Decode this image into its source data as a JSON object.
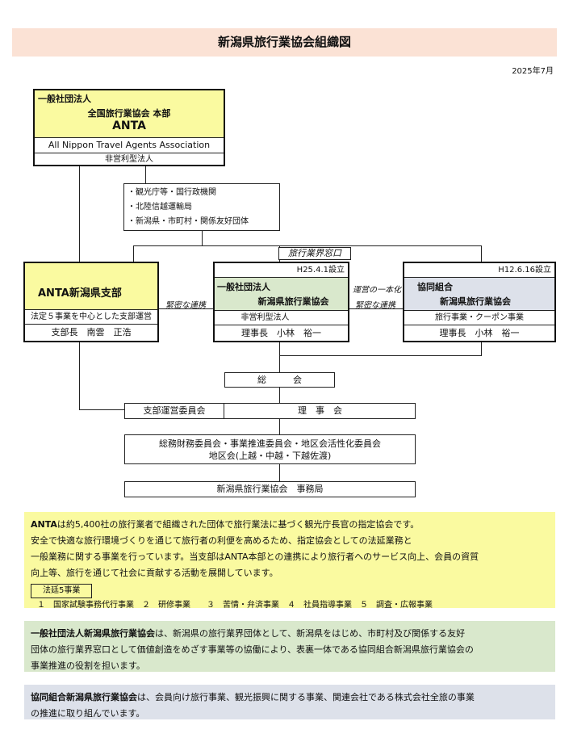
{
  "title": "新潟県旅行業協会組織図",
  "date": "2025年7月",
  "hq": {
    "line1": "一般社団法人",
    "line2": "全国旅行業協会 本部",
    "line3": "ANTA",
    "english": "All Nippon Travel Agents Association",
    "type": "非営利型法人"
  },
  "gov_list": [
    "・観光庁等・国行政機関",
    "・北陸信越運輸局",
    "・新潟県・市町村・関係友好団体"
  ],
  "industry_window": "旅行業界窓口",
  "branch": {
    "name": "ANTA新潟県支部",
    "desc": "法定５事業を中心とした支部運営",
    "head": "支部長　南雲　正浩"
  },
  "link_left": "緊密な連携",
  "association": {
    "established": "H25.4.1設立",
    "line1": "一般社団法人",
    "line2": "新潟県旅行業協会",
    "type": "非営利型法人",
    "head": "理事長　小林　裕一"
  },
  "link_right_top": "運営の一本化",
  "link_right_bottom": "緊密な連携",
  "coop": {
    "established": "H12.6.16設立",
    "line1": "協同組合",
    "line2": "新潟県旅行業協会",
    "business": "旅行事業・クーポン事業",
    "head": "理事長　小林　裕一"
  },
  "general_meeting": "総　　　会",
  "branch_committee": "支部運営委員会",
  "board": "理　事　会",
  "committees_line1": "総務財務委員会・事業推進委員会・地区会活性化委員会",
  "committees_line2": "地区会(上越・中越・下越佐渡)",
  "secretariat": "新潟県旅行業協会　事務局",
  "panel1": {
    "bold": "ANTA",
    "text1": "は約5,400社の旅行業者で組織された団体で旅行業法に基づく観光庁長官の指定協会です。",
    "text2": "安全で快適な旅行環境づくりを通じて旅行者の利便を高めるため、指定協会としての法延業務と",
    "text3": "一般業務に関する事業を行っています。当支部はANTA本部との連携により旅行者へのサービス向上、会員の資質",
    "text4": "向上等、旅行を通じて社会に貢献する活動を展開しています。",
    "tag": "法廷5事業",
    "items": "１　国家試験事務代行事業　２　研修事業　　３　苦情・弁済事業　４　社員指導事業　５　調査・広報事業"
  },
  "panel2": {
    "bold": "一般社団法人新潟県旅行業協会",
    "text1": "は、新潟県の旅行業界団体として、新潟県をはじめ、市町村及び関係する友好",
    "text2": "団体の旅行業界窓口として価値創造をめざす事業等の協働により、表裏一体である協同組合新潟県旅行業協会の",
    "text3": "事業推進の役割を担います。"
  },
  "panel3": {
    "bold": "協同組合新潟県旅行業協会",
    "text1": "は、会員向け旅行事業、観光振興に関する事業、関連会社である株式会社全旅の事業",
    "text2": "の推進に取り組んでいます。"
  },
  "colors": {
    "title_bg": "#fbe2d5",
    "yellow": "#fafaa0",
    "green": "#d9e8cc",
    "gray": "#dde1ea"
  }
}
